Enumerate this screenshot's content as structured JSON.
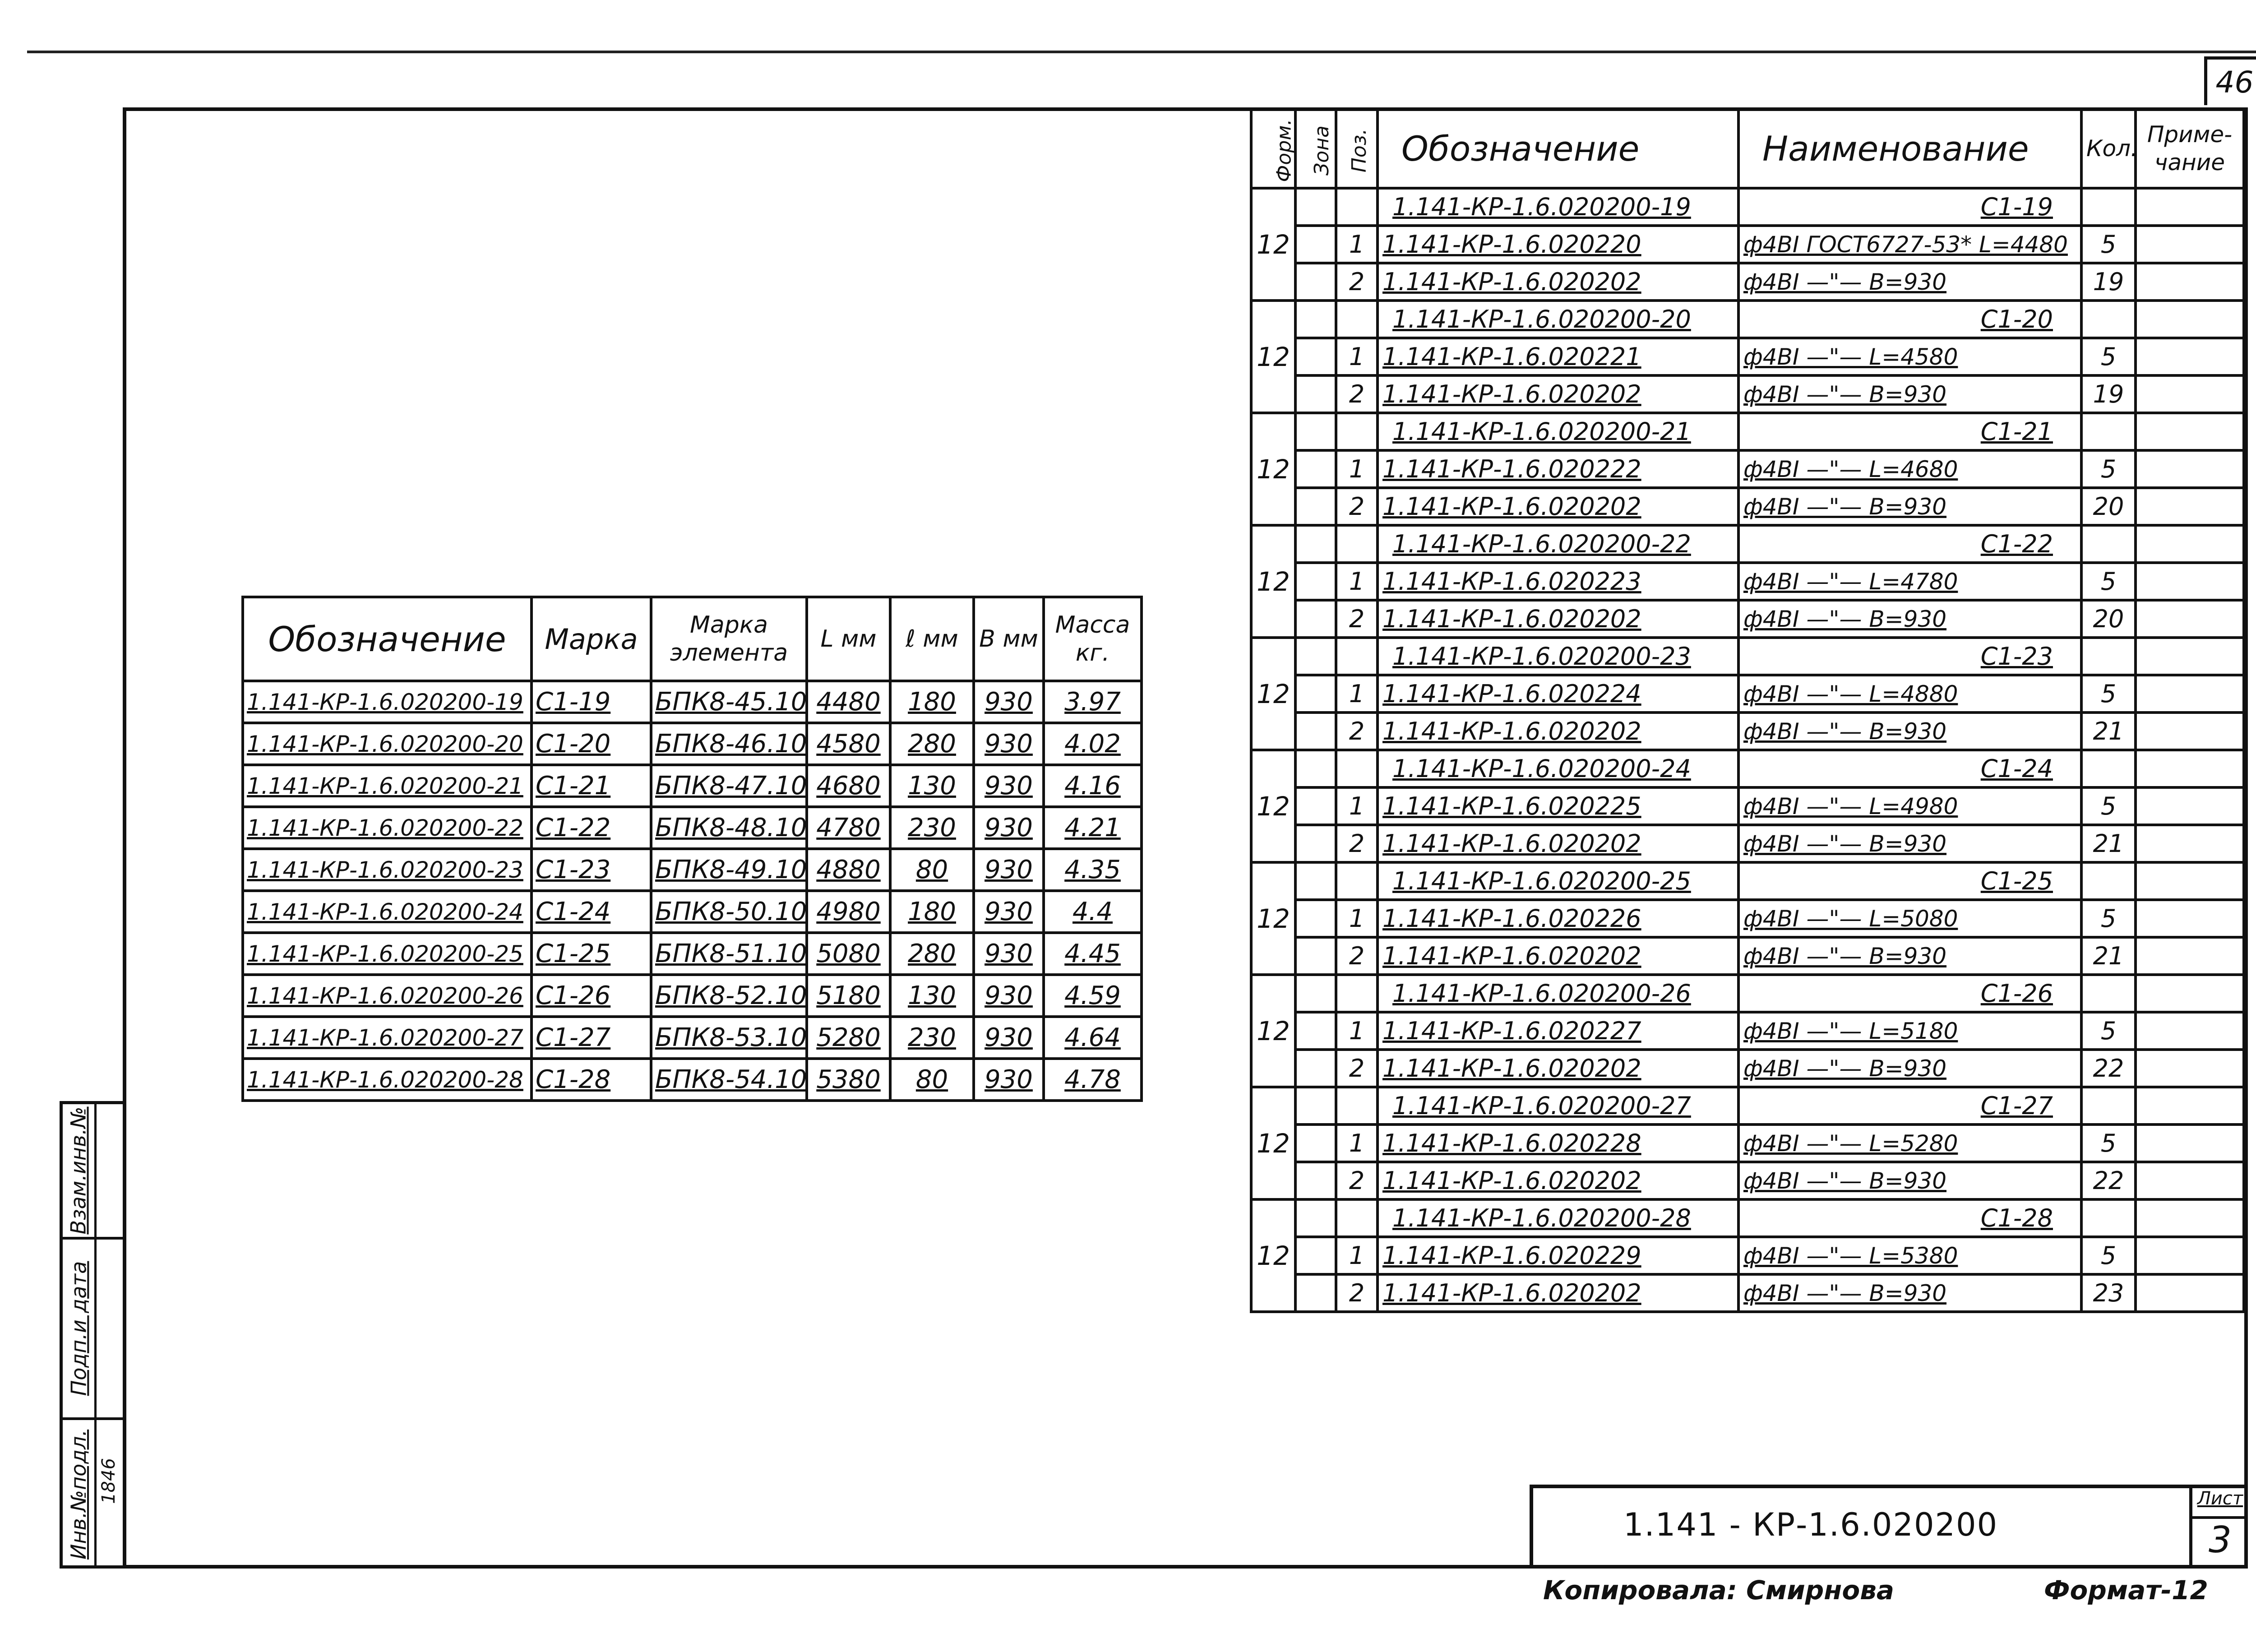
{
  "sheet_number": "46",
  "side_stamp": {
    "cell1": "Взам.инв.№",
    "cell2": "Подп.и дата",
    "cell3": "Инв.№подл.",
    "note": "1846"
  },
  "left_table": {
    "headers": {
      "designation": "Обозначение",
      "mark": "Марка",
      "element_mark": "Марка элемента",
      "L": "L мм",
      "l": "ℓ мм",
      "B": "B мм",
      "mass": "Масса кг."
    },
    "rows": [
      [
        "1.141-КР-1.6.020200-19",
        "С1-19",
        "БПК8-45.10",
        "4480",
        "180",
        "930",
        "3.97"
      ],
      [
        "1.141-КР-1.6.020200-20",
        "С1-20",
        "БПК8-46.10",
        "4580",
        "280",
        "930",
        "4.02"
      ],
      [
        "1.141-КР-1.6.020200-21",
        "С1-21",
        "БПК8-47.10",
        "4680",
        "130",
        "930",
        "4.16"
      ],
      [
        "1.141-КР-1.6.020200-22",
        "С1-22",
        "БПК8-48.10",
        "4780",
        "230",
        "930",
        "4.21"
      ],
      [
        "1.141-КР-1.6.020200-23",
        "С1-23",
        "БПК8-49.10",
        "4880",
        "80",
        "930",
        "4.35"
      ],
      [
        "1.141-КР-1.6.020200-24",
        "С1-24",
        "БПК8-50.10",
        "4980",
        "180",
        "930",
        "4.4"
      ],
      [
        "1.141-КР-1.6.020200-25",
        "С1-25",
        "БПК8-51.10",
        "5080",
        "280",
        "930",
        "4.45"
      ],
      [
        "1.141-КР-1.6.020200-26",
        "С1-26",
        "БПК8-52.10",
        "5180",
        "130",
        "930",
        "4.59"
      ],
      [
        "1.141-КР-1.6.020200-27",
        "С1-27",
        "БПК8-53.10",
        "5280",
        "230",
        "930",
        "4.64"
      ],
      [
        "1.141-КР-1.6.020200-28",
        "С1-28",
        "БПК8-54.10",
        "5380",
        "80",
        "930",
        "4.78"
      ]
    ]
  },
  "right_table": {
    "headers": {
      "format": "Форм.",
      "zone": "Зона",
      "pos": "Поз.",
      "designation": "Обозначение",
      "name": "Наименование",
      "qty": "Кол.",
      "note": "Приме- чание"
    },
    "groups": [
      {
        "format": "12",
        "header": [
          "1.141-КР-1.6.020200-19",
          "С1-19"
        ],
        "items": [
          [
            "1",
            "1.141-КР-1.6.020220",
            "ф4ВI ГОСТ6727-53* L=4480",
            "5"
          ],
          [
            "2",
            "1.141-КР-1.6.020202",
            "ф4ВI —\"— В=930",
            "19"
          ]
        ]
      },
      {
        "format": "12",
        "header": [
          "1.141-КР-1.6.020200-20",
          "С1-20"
        ],
        "items": [
          [
            "1",
            "1.141-КР-1.6.020221",
            "ф4ВI —\"— L=4580",
            "5"
          ],
          [
            "2",
            "1.141-КР-1.6.020202",
            "ф4ВI —\"— В=930",
            "19"
          ]
        ]
      },
      {
        "format": "12",
        "header": [
          "1.141-КР-1.6.020200-21",
          "С1-21"
        ],
        "items": [
          [
            "1",
            "1.141-КР-1.6.020222",
            "ф4ВI —\"— L=4680",
            "5"
          ],
          [
            "2",
            "1.141-КР-1.6.020202",
            "ф4ВI —\"— В=930",
            "20"
          ]
        ]
      },
      {
        "format": "12",
        "header": [
          "1.141-КР-1.6.020200-22",
          "С1-22"
        ],
        "items": [
          [
            "1",
            "1.141-КР-1.6.020223",
            "ф4ВI —\"— L=4780",
            "5"
          ],
          [
            "2",
            "1.141-КР-1.6.020202",
            "ф4ВI —\"— В=930",
            "20"
          ]
        ]
      },
      {
        "format": "12",
        "header": [
          "1.141-КР-1.6.020200-23",
          "С1-23"
        ],
        "items": [
          [
            "1",
            "1.141-КР-1.6.020224",
            "ф4ВI —\"— L=4880",
            "5"
          ],
          [
            "2",
            "1.141-КР-1.6.020202",
            "ф4ВI —\"— В=930",
            "21"
          ]
        ]
      },
      {
        "format": "12",
        "header": [
          "1.141-КР-1.6.020200-24",
          "С1-24"
        ],
        "items": [
          [
            "1",
            "1.141-КР-1.6.020225",
            "ф4ВI —\"— L=4980",
            "5"
          ],
          [
            "2",
            "1.141-КР-1.6.020202",
            "ф4ВI —\"— В=930",
            "21"
          ]
        ]
      },
      {
        "format": "12",
        "header": [
          "1.141-КР-1.6.020200-25",
          "С1-25"
        ],
        "items": [
          [
            "1",
            "1.141-КР-1.6.020226",
            "ф4ВI —\"— L=5080",
            "5"
          ],
          [
            "2",
            "1.141-КР-1.6.020202",
            "ф4ВI —\"— В=930",
            "21"
          ]
        ]
      },
      {
        "format": "12",
        "header": [
          "1.141-КР-1.6.020200-26",
          "С1-26"
        ],
        "items": [
          [
            "1",
            "1.141-КР-1.6.020227",
            "ф4ВI —\"— L=5180",
            "5"
          ],
          [
            "2",
            "1.141-КР-1.6.020202",
            "ф4ВI —\"— В=930",
            "22"
          ]
        ]
      },
      {
        "format": "12",
        "header": [
          "1.141-КР-1.6.020200-27",
          "С1-27"
        ],
        "items": [
          [
            "1",
            "1.141-КР-1.6.020228",
            "ф4ВI —\"— L=5280",
            "5"
          ],
          [
            "2",
            "1.141-КР-1.6.020202",
            "ф4ВI —\"— В=930",
            "22"
          ]
        ]
      },
      {
        "format": "12",
        "header": [
          "1.141-КР-1.6.020200-28",
          "С1-28"
        ],
        "items": [
          [
            "1",
            "1.141-КР-1.6.020229",
            "ф4ВI —\"— L=5380",
            "5"
          ],
          [
            "2",
            "1.141-КР-1.6.020202",
            "ф4ВI —\"— В=930",
            "23"
          ]
        ]
      }
    ]
  },
  "title_block": {
    "doc_code": "1.141 - КР-1.6.020200",
    "sheet_label": "Лист",
    "sheet_value": "3"
  },
  "footer": {
    "copied_by": "Копировала: Смирнова",
    "format": "Формат-12"
  }
}
